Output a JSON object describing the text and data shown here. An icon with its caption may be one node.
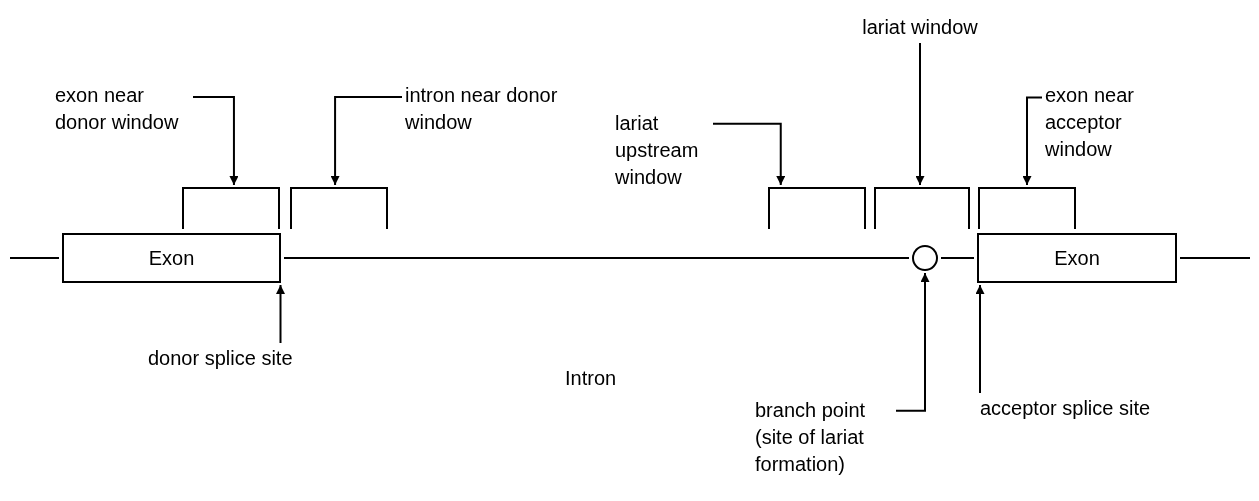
{
  "diagram": {
    "nodes": [
      {
        "text": [
          "exon near donor window"
        ]
      },
      {
        "text": [
          "intron near donor window"
        ]
      },
      {
        "text": [
          "lariat upstream window"
        ]
      },
      {
        "text": [
          "lariat window"
        ]
      },
      {
        "text": [
          "exon near acceptor window"
        ]
      },
      {
        "text": [],
        "shape": "box"
      },
      {
        "text": [],
        "shape": "box"
      },
      {
        "text": [],
        "shape": "box"
      },
      {
        "text": [],
        "shape": "box"
      },
      {
        "text": [],
        "shape": "box"
      },
      {
        "text": [
          "Exon"
        ]
      },
      {
        "text": [
          "Exon"
        ]
      },
      {
        "text": [],
        "shape": "circle"
      },
      {
        "text": [
          "donor splice site"
        ]
      },
      {
        "text": [
          "branch point (site of lariat formation)"
        ]
      },
      {
        "text": [
          "acceptor splice site"
        ]
      }
    ],
    "edges": [
      {
        "from": 0,
        "to": 5,
        "arrow": "to"
      },
      {
        "from": 1,
        "to": 6,
        "arrow": "to"
      },
      {
        "from": 2,
        "to": 7,
        "arrow": "to"
      },
      {
        "from": 3,
        "to": 8,
        "arrow": "to"
      },
      {
        "from": 4,
        "to": 9,
        "arrow": "to"
      },
      {
        "from": null,
        "to": 10,
        "arrow": "none"
      },
      {
        "from": 10,
        "to": 12,
        "arrow": "none"
      },
      {
        "from": 12,
        "to": 11,
        "arrow": "none"
      },
      {
        "from": 11,
        "to": null,
        "arrow": "none"
      },
      {
        "from": 13,
        "to": 10,
        "arrow": "to"
      },
      {
        "from": 14,
        "to": 12,
        "arrow": "to"
      },
      {
        "from": 15,
        "to": 11,
        "arrow": "to"
      }
    ],
    "labels": [
      "Intron"
    ]
  }
}
